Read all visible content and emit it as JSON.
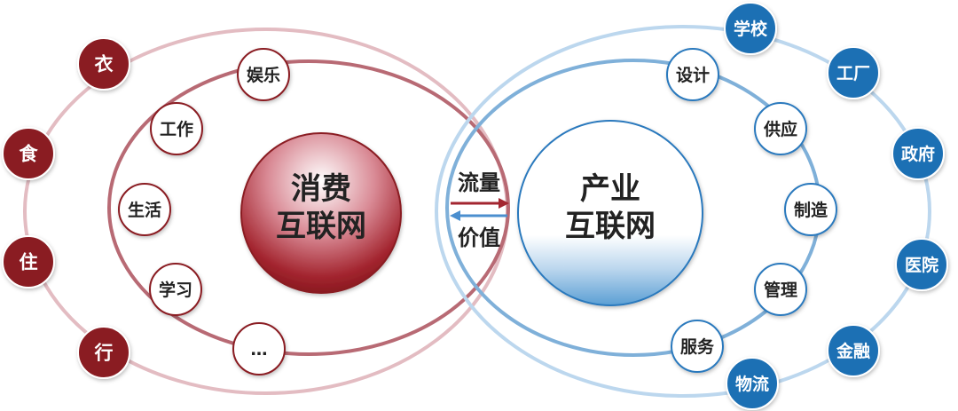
{
  "consumer": {
    "line1": "消费",
    "line2": "互联网",
    "inner_items": [
      "娱乐",
      "工作",
      "生活",
      "学习",
      "…"
    ],
    "outer_items": [
      "衣",
      "食",
      "住",
      "行"
    ]
  },
  "industrial": {
    "line1": "产业",
    "line2": "互联网",
    "inner_items": [
      "设计",
      "供应",
      "制造",
      "管理",
      "服务"
    ],
    "outer_items": [
      "学校",
      "工厂",
      "政府",
      "医院",
      "金融",
      "物流"
    ]
  },
  "flows": {
    "traffic": "流量",
    "value": "价值"
  },
  "colors": {
    "consumer_dark": "#8a1c22",
    "consumer_mid": "#b84a55",
    "consumer_ring": "#d9a6ad",
    "industrial_dark": "#1f6fb4",
    "industrial_ring": "#a9cbe6",
    "industrial_light": "#cfe3f3"
  }
}
